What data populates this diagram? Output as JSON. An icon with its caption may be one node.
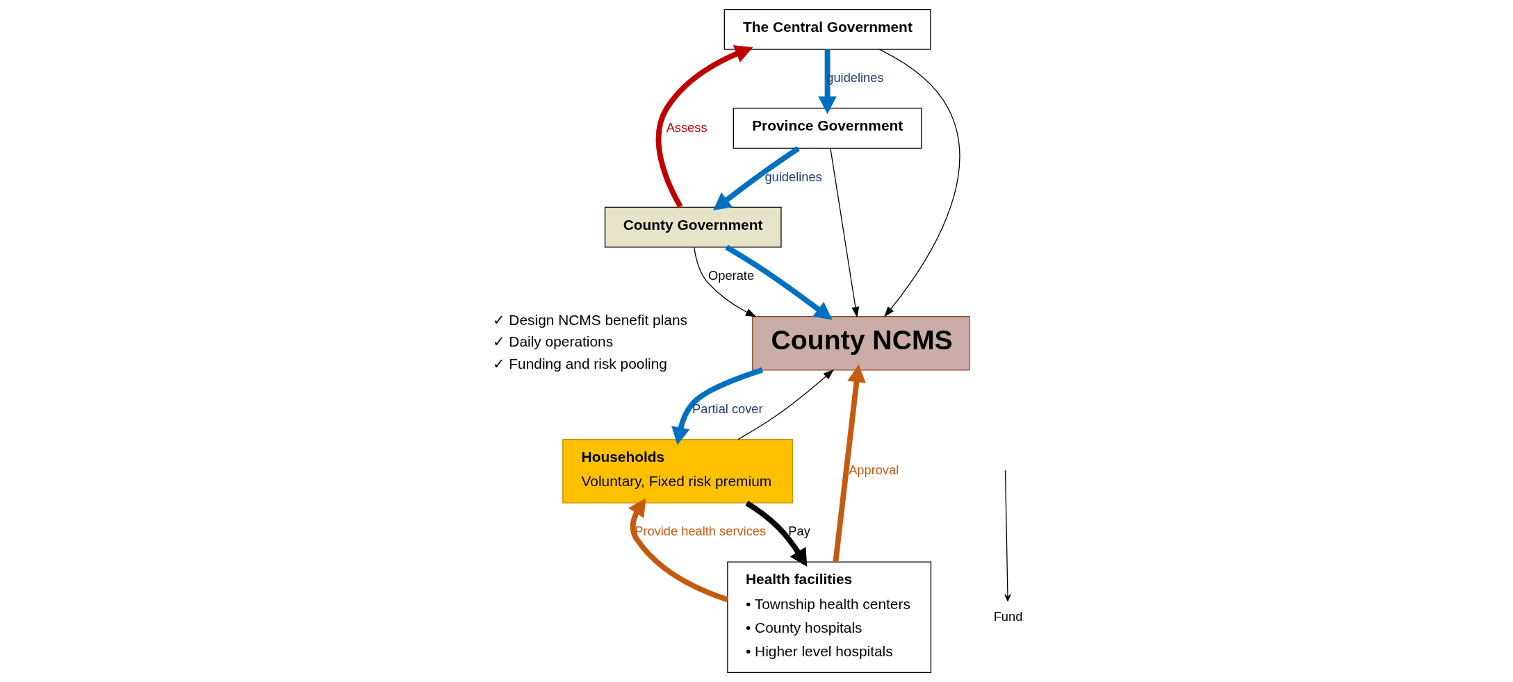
{
  "diagram": {
    "nodes": [
      {
        "text": [
          "The Central Government"
        ]
      },
      {
        "text": [
          "Province Government"
        ]
      },
      {
        "text": [
          "County Government"
        ]
      },
      {
        "text": [
          "County NCMS"
        ]
      },
      {
        "text": [
          "Households",
          "Voluntary, Fixed risk premium"
        ]
      },
      {
        "text": [
          "Health facilities",
          "• Township health centers",
          "• County hospitals",
          "• Higher level hospitals"
        ]
      }
    ],
    "edges": [
      {
        "from": 0,
        "to": 1,
        "arrow": "to",
        "label": "guidelines",
        "color": "#0070c0"
      },
      {
        "from": 1,
        "to": 2,
        "arrow": "to",
        "label": "guidelines",
        "color": "#0070c0"
      },
      {
        "from": 2,
        "to": 0,
        "arrow": "to",
        "label": "Assess",
        "color": "#c00000"
      },
      {
        "from": 0,
        "to": 3,
        "arrow": "to",
        "color": "#000000"
      },
      {
        "from": 1,
        "to": 3,
        "arrow": "to",
        "color": "#000000"
      },
      {
        "from": 2,
        "to": 3,
        "arrow": "to",
        "label": "Operate",
        "color": "#000000"
      },
      {
        "from": 2,
        "to": 3,
        "arrow": "to",
        "color": "#0070c0"
      },
      {
        "from": 4,
        "to": 3,
        "arrow": "to",
        "color": "#000000"
      },
      {
        "from": 3,
        "to": 4,
        "arrow": "to",
        "label": "Partial cover",
        "color": "#0070c0"
      },
      {
        "from": 4,
        "to": 5,
        "arrow": "to",
        "label": "Pay"
      },
      {
        "from": 5,
        "to": 4,
        "arrow": "to",
        "label": "Provide health services",
        "color": "#c55a11"
      },
      {
        "from": 5,
        "to": 3,
        "arrow": "to",
        "label": "Approval",
        "color": "#c55a11"
      }
    ],
    "labels": [
      "✓ Design NCMS benefit plans",
      "✓ Daily operations",
      "✓ Funding and risk pooling"
    ],
    "legend": [
      {
        "text": "Fund"
      }
    ]
  }
}
